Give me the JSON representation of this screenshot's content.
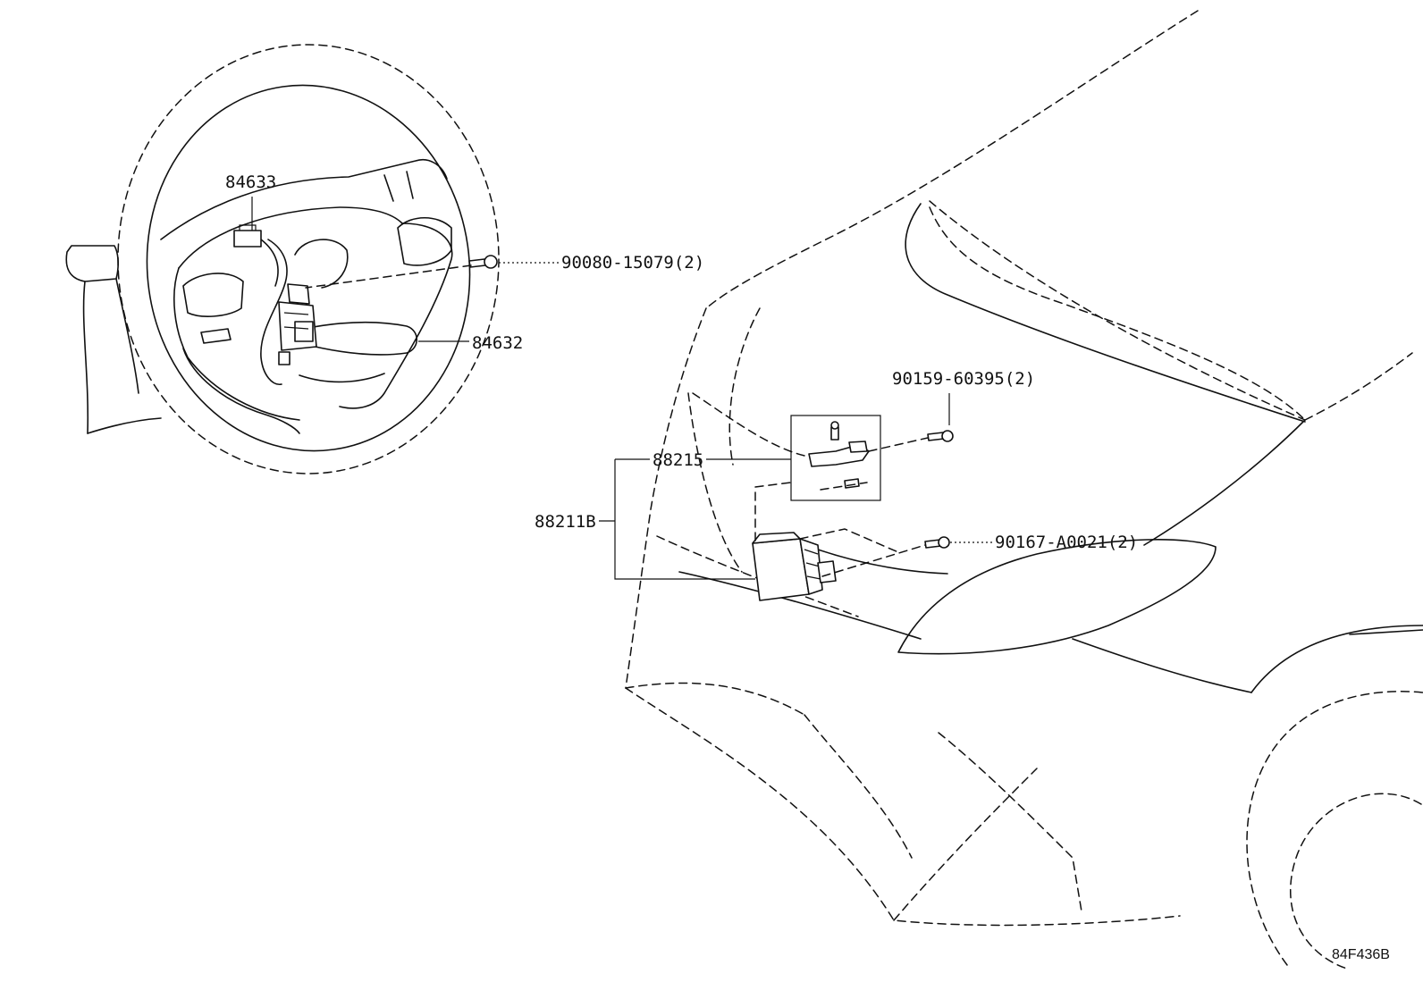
{
  "labels": {
    "p84633": "84633",
    "p84632": "84632",
    "p90080": "90080-15079(2)",
    "p90159": "90159-60395(2)",
    "p88215": "88215",
    "p88211B": "88211B",
    "p90167": "90167-A0021(2)"
  },
  "figure_ref": "84F436B"
}
